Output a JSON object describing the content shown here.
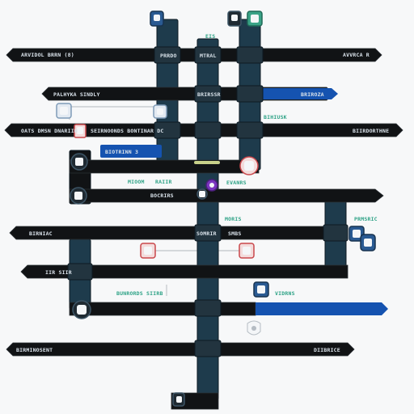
{
  "colors": {
    "track": "#111315",
    "track_edge": "#2b3035",
    "column": "#1e3b4c",
    "column_edge": "#0d1a22",
    "blue": "#1553b0",
    "label_light": "#d9e2ea",
    "label_teal": "#2fa387",
    "label_dark": "#1b2a33",
    "marker_blue": "#2a5a92",
    "marker_teal": "#3aa387",
    "marker_red": "#c9474b",
    "marker_purple": "#7a35c0",
    "node_fill": "#f4f6f8"
  },
  "labels": {
    "r1_left": "ARVIDOL BRRN (8)",
    "r1_col_a": "PRRDO",
    "r1_col_b": "MTRAL",
    "r1_right": "AVVRCA R",
    "r2_left": "PALHYKA SINDLY",
    "r2_col_a": "BRIRSSR",
    "r2_right": "BRIROZA",
    "r3_left": "OATS DMSN DNARIIN",
    "r3_mid": "SEIRNOONDS BONTINAR DC",
    "r3_teal": "BIHIUSK",
    "r3_right": "BIIRDORTHNE",
    "r4_badge": "BIOTRINN 3",
    "r4_teal_a": "MIOOM",
    "r4_teal_b": "RAIIR",
    "r4_mid": "BOCRIRS",
    "r4_teal_c": "EVANRS",
    "r5_teal": "MORIS",
    "r5_teal_right": "PRMSRIC",
    "r6_left": "BIRNIAC",
    "r6_mid": "SOMRIR",
    "r6_mid_b": "SMBS",
    "r7_left": "IIR SIIR",
    "r8_teal": "BUNRORDS SIIRB",
    "r8_teal_b": "VIDRNS",
    "r9_left": "BIRMINOSENT",
    "r9_right": "DIIBRICE",
    "top_label": "EIS"
  }
}
